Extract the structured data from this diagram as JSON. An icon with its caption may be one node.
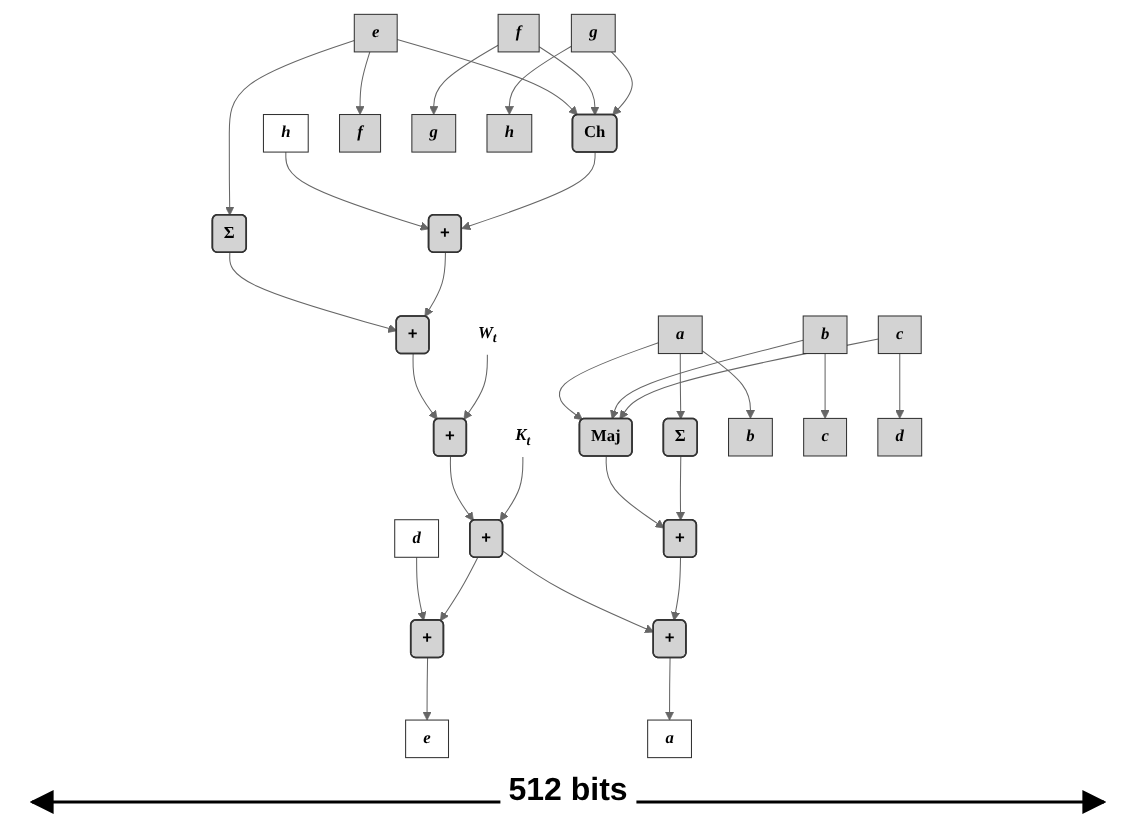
{
  "diagram": {
    "nodes": [
      {
        "text": [
          "a"
        ]
      },
      {
        "text": [
          "b"
        ]
      },
      {
        "text": [
          "c"
        ]
      },
      {
        "text": [
          "d"
        ]
      },
      {
        "text": [
          "e"
        ]
      },
      {
        "text": [
          "f"
        ]
      },
      {
        "text": [
          "g"
        ]
      },
      {
        "text": [
          "h"
        ]
      },
      {
        "text": [
          "Maj"
        ]
      },
      {
        "text": [
          "Ch"
        ]
      },
      {
        "text": [
          "+"
        ]
      },
      {
        "text": [
          "Σ"
        ]
      },
      {
        "text": [
          "Σ"
        ]
      },
      {
        "text": [
          "+"
        ]
      },
      {
        "text": [
          "+"
        ]
      },
      {
        "text": [
          "+"
        ]
      },
      {
        "text": [
          "W$_{t}$"
        ]
      },
      {
        "text": [
          "+"
        ]
      },
      {
        "text": [
          "+"
        ]
      },
      {
        "text": [
          "K$_{t}$"
        ]
      },
      {
        "text": [
          "+"
        ]
      },
      {
        "text": [
          "a"
        ]
      },
      {
        "text": [
          "b"
        ]
      },
      {
        "text": [
          "c"
        ]
      },
      {
        "text": [
          "d"
        ]
      },
      {
        "text": [
          "e"
        ]
      },
      {
        "text": [
          "f"
        ]
      },
      {
        "text": [
          "g"
        ]
      },
      {
        "text": [
          "h"
        ]
      }
    ],
    "edges": [
      {
        "from": 0,
        "to": 8,
        "arrow": "to"
      },
      {
        "from": 0,
        "to": 11,
        "arrow": "to"
      },
      {
        "from": 0,
        "to": 22,
        "arrow": "to"
      },
      {
        "from": 1,
        "to": 8,
        "arrow": "to"
      },
      {
        "from": 1,
        "to": 23,
        "arrow": "to"
      },
      {
        "from": 2,
        "to": 8,
        "arrow": "to"
      },
      {
        "from": 2,
        "to": 24,
        "arrow": "to"
      },
      {
        "from": 3,
        "to": 17,
        "arrow": "to"
      },
      {
        "from": 4,
        "to": 9,
        "arrow": "to"
      },
      {
        "from": 4,
        "to": 12,
        "arrow": "to"
      },
      {
        "from": 4,
        "to": 26,
        "arrow": "to"
      },
      {
        "from": 5,
        "to": 9,
        "arrow": "to"
      },
      {
        "from": 5,
        "to": 27,
        "arrow": "to"
      },
      {
        "from": 6,
        "to": 9,
        "arrow": "to"
      },
      {
        "from": 6,
        "to": 28,
        "arrow": "to"
      },
      {
        "from": 7,
        "to": 10,
        "arrow": "to"
      },
      {
        "from": 9,
        "to": 10,
        "arrow": "to"
      },
      {
        "from": 8,
        "to": 14,
        "arrow": "to"
      },
      {
        "from": 11,
        "to": 14,
        "arrow": "to"
      },
      {
        "from": 12,
        "to": 13,
        "arrow": "to"
      },
      {
        "from": 10,
        "to": 13,
        "arrow": "to"
      },
      {
        "from": 13,
        "to": 15,
        "arrow": "to"
      },
      {
        "from": 16,
        "to": 15,
        "arrow": "to"
      },
      {
        "from": 15,
        "to": 18,
        "arrow": "to"
      },
      {
        "from": 19,
        "to": 18,
        "arrow": "to"
      },
      {
        "from": 18,
        "to": 17,
        "arrow": "to"
      },
      {
        "from": 18,
        "to": 20,
        "arrow": "to"
      },
      {
        "from": 14,
        "to": 20,
        "arrow": "to"
      },
      {
        "from": 17,
        "to": 25,
        "arrow": "to"
      },
      {
        "from": 20,
        "to": 21,
        "arrow": "to"
      }
    ],
    "labels": [
      "512 bits"
    ]
  }
}
